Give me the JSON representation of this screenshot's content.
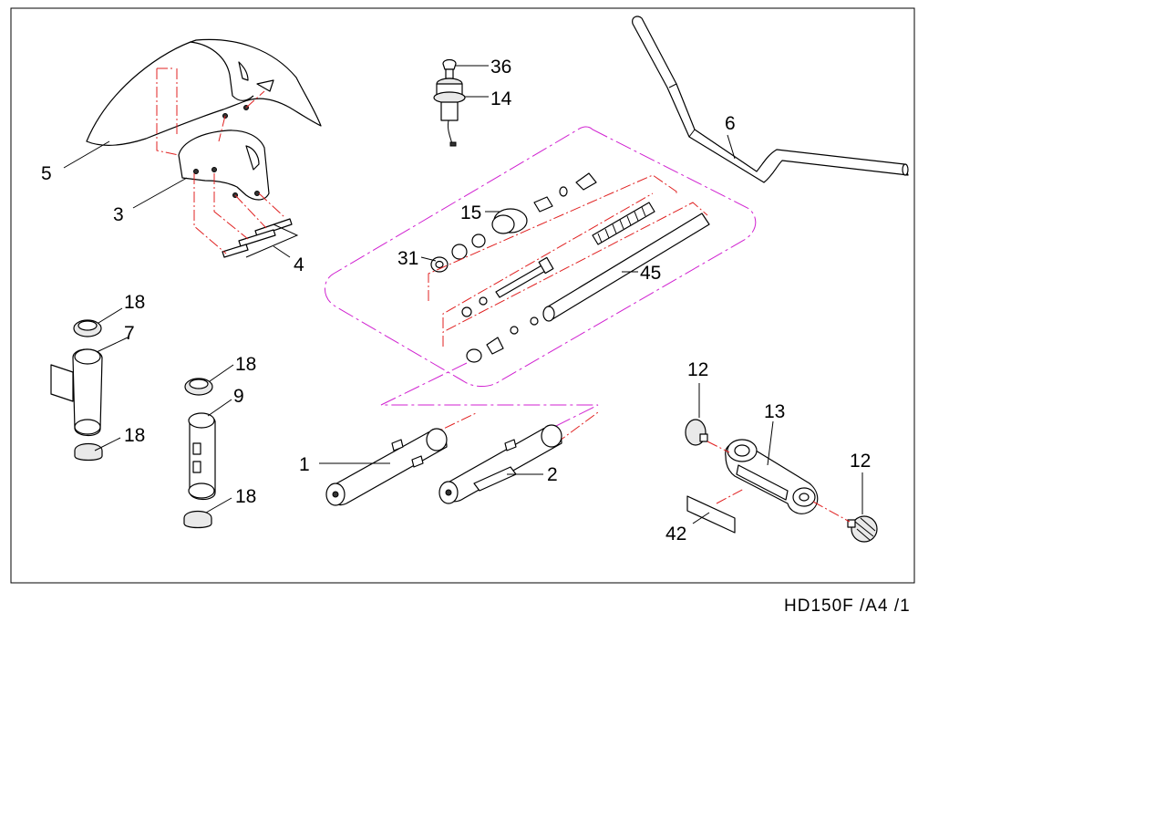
{
  "diagram_code": "HD150F /A4 /1",
  "callouts": {
    "c1": "1",
    "c2": "2",
    "c3": "3",
    "c4": "4",
    "c5": "5",
    "c6": "6",
    "c7": "7",
    "c9": "9",
    "c12a": "12",
    "c12b": "12",
    "c13": "13",
    "c14": "14",
    "c15": "15",
    "c18a": "18",
    "c18b": "18",
    "c18c": "18",
    "c18d": "18",
    "c31": "31",
    "c36": "36",
    "c42": "42",
    "c45": "45"
  }
}
